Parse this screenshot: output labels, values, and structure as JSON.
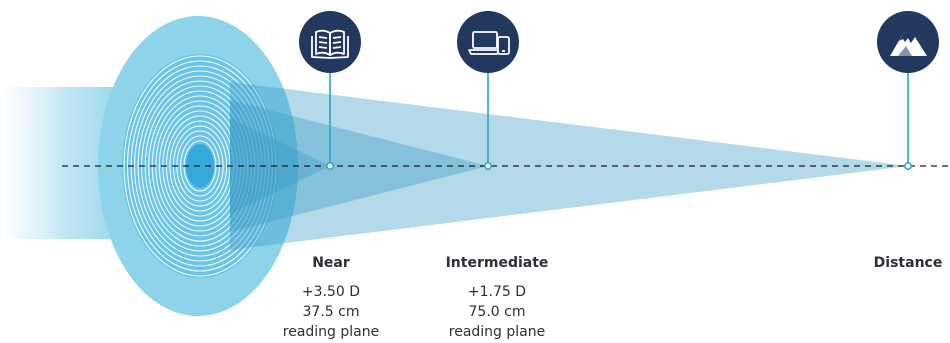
{
  "colors": {
    "navy": "#22385f",
    "lens_outer": "#8dd3ea",
    "lens_inner": "#33a9dc",
    "beam": "#3b9ac4",
    "marker_line": "#2aa3c6",
    "axis": "#1d1d1d"
  },
  "zones": [
    {
      "name": "Near",
      "power": "+3.50 D",
      "distance": "37.5 cm",
      "plane": "reading plane",
      "icon": "book-icon"
    },
    {
      "name": "Intermediate",
      "power": "+1.75 D",
      "distance": "75.0 cm",
      "plane": "reading plane",
      "icon": "laptop-tablet-icon"
    },
    {
      "name": "Distance",
      "power": "",
      "distance": "",
      "plane": "",
      "icon": "mountain-icon"
    }
  ]
}
